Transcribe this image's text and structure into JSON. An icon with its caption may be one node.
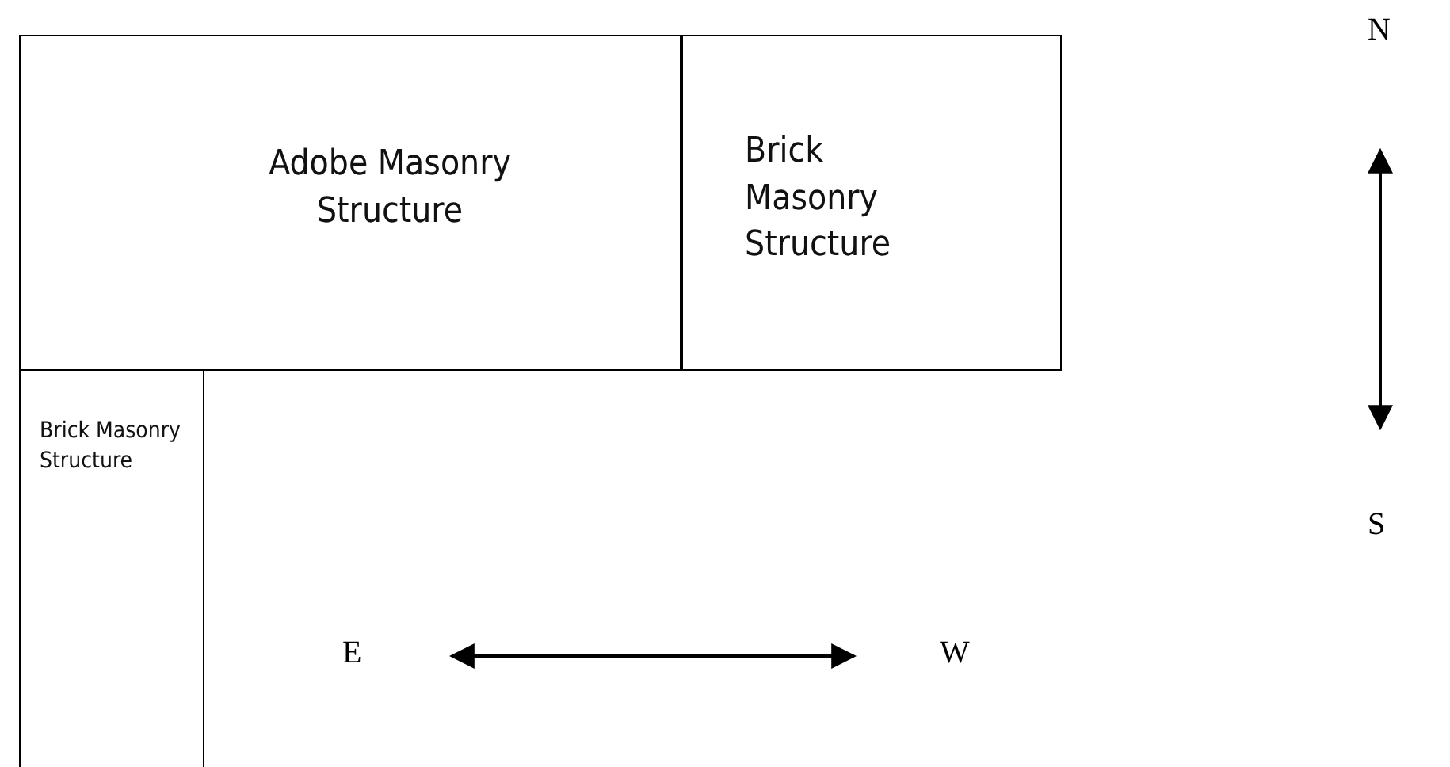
{
  "diagram": {
    "nodes": [
      {
        "text": [
          "Adobe Masonry Structure"
        ]
      },
      {
        "text": [
          "Brick Masonry Structure"
        ]
      },
      {
        "text": [
          "Brick Masonry Structure"
        ]
      }
    ],
    "labels": [
      "N",
      "S",
      "E",
      "W"
    ]
  }
}
